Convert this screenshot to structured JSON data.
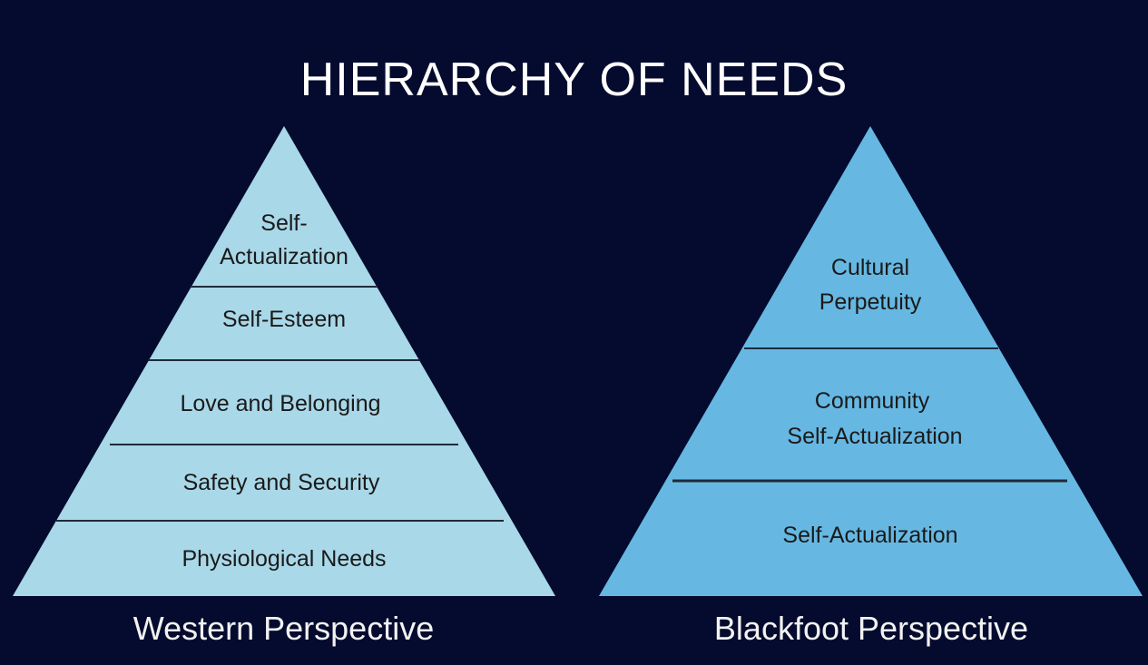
{
  "title": "HIERARCHY OF NEEDS",
  "colors": {
    "background": "#050b2e",
    "western_fill": "#a9d8e8",
    "blackfoot_fill": "#66b8e3",
    "divider": "#1f2a3a"
  },
  "western": {
    "caption": "Western Perspective",
    "tiers": [
      {
        "lines": [
          "Self-",
          "Actualization"
        ]
      },
      {
        "lines": [
          "Self-Esteem"
        ]
      },
      {
        "lines": [
          "Love and Belonging"
        ]
      },
      {
        "lines": [
          "Safety and Security"
        ]
      },
      {
        "lines": [
          "Physiological Needs"
        ]
      }
    ]
  },
  "blackfoot": {
    "caption": "Blackfoot Perspective",
    "tiers": [
      {
        "lines": [
          "Cultural",
          "Perpetuity"
        ]
      },
      {
        "lines": [
          "Community",
          "Self-Actualization"
        ]
      },
      {
        "lines": [
          "Self-Actualization"
        ]
      }
    ]
  }
}
